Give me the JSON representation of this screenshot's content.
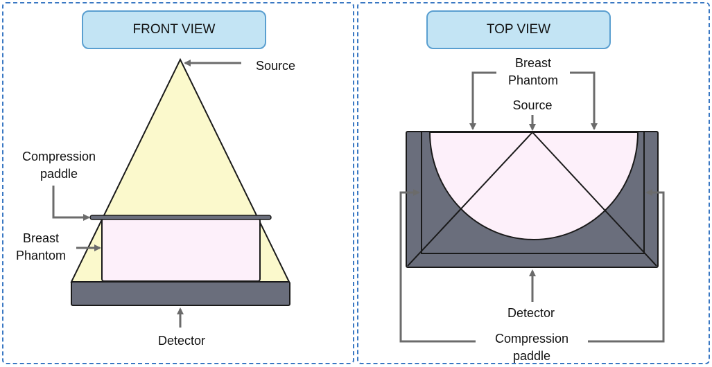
{
  "front_view": {
    "title": "FRONT VIEW",
    "labels": {
      "source": "Source",
      "compression_paddle": "Compression\npaddle",
      "breast_phantom": "Breast\nPhantom",
      "detector": "Detector"
    }
  },
  "top_view": {
    "title": "TOP VIEW",
    "labels": {
      "breast_phantom": "Breast\nPhantom",
      "source": "Source",
      "detector": "Detector",
      "compression_paddle": "Compression\npaddle"
    }
  },
  "colors": {
    "beam": "#fbf9cc",
    "phantom": "#fdf0fa",
    "detector": "#6a6e7c",
    "outline": "#1a1a1a",
    "arrow": "#6b6b6b",
    "panel_border": "#3a78c3",
    "title_fill": "#c3e4f4",
    "title_border": "#5a9fd0"
  }
}
